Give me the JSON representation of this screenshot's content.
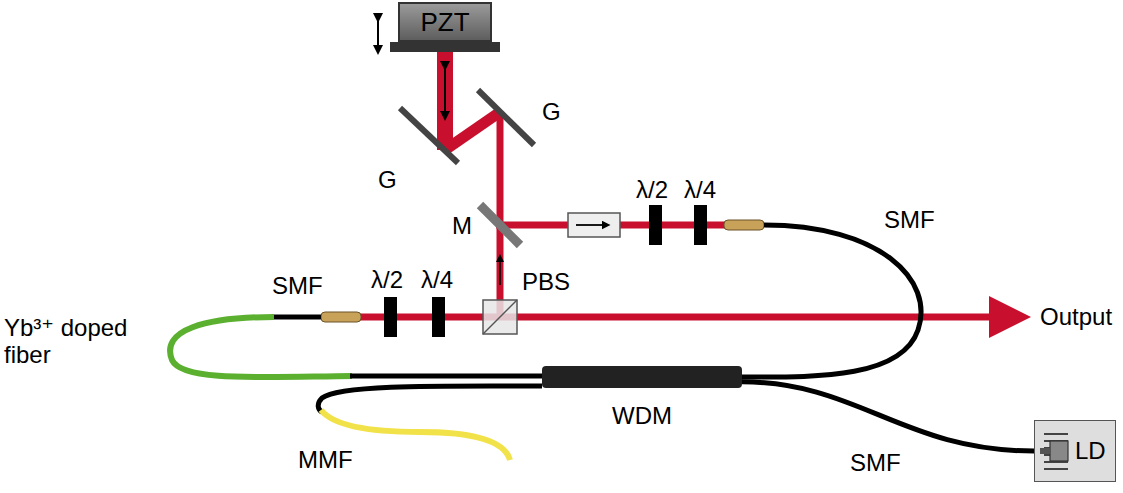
{
  "diagram": {
    "nodes": [
      {
        "text": [
          "PZT"
        ]
      },
      {
        "text": [
          "WDM"
        ]
      },
      {
        "text": [
          "LD"
        ]
      }
    ],
    "edges": [
      {
        "from": 1,
        "to": 2,
        "arrow": "none",
        "label": "SMF"
      }
    ],
    "labels": [
      "G",
      "G",
      "M",
      "λ/2",
      "λ/4",
      "SMF",
      "λ/2",
      "λ/4",
      "Yb³⁺ doped fiber",
      "SMF",
      "PBS",
      "Output",
      "MMF"
    ]
  }
}
